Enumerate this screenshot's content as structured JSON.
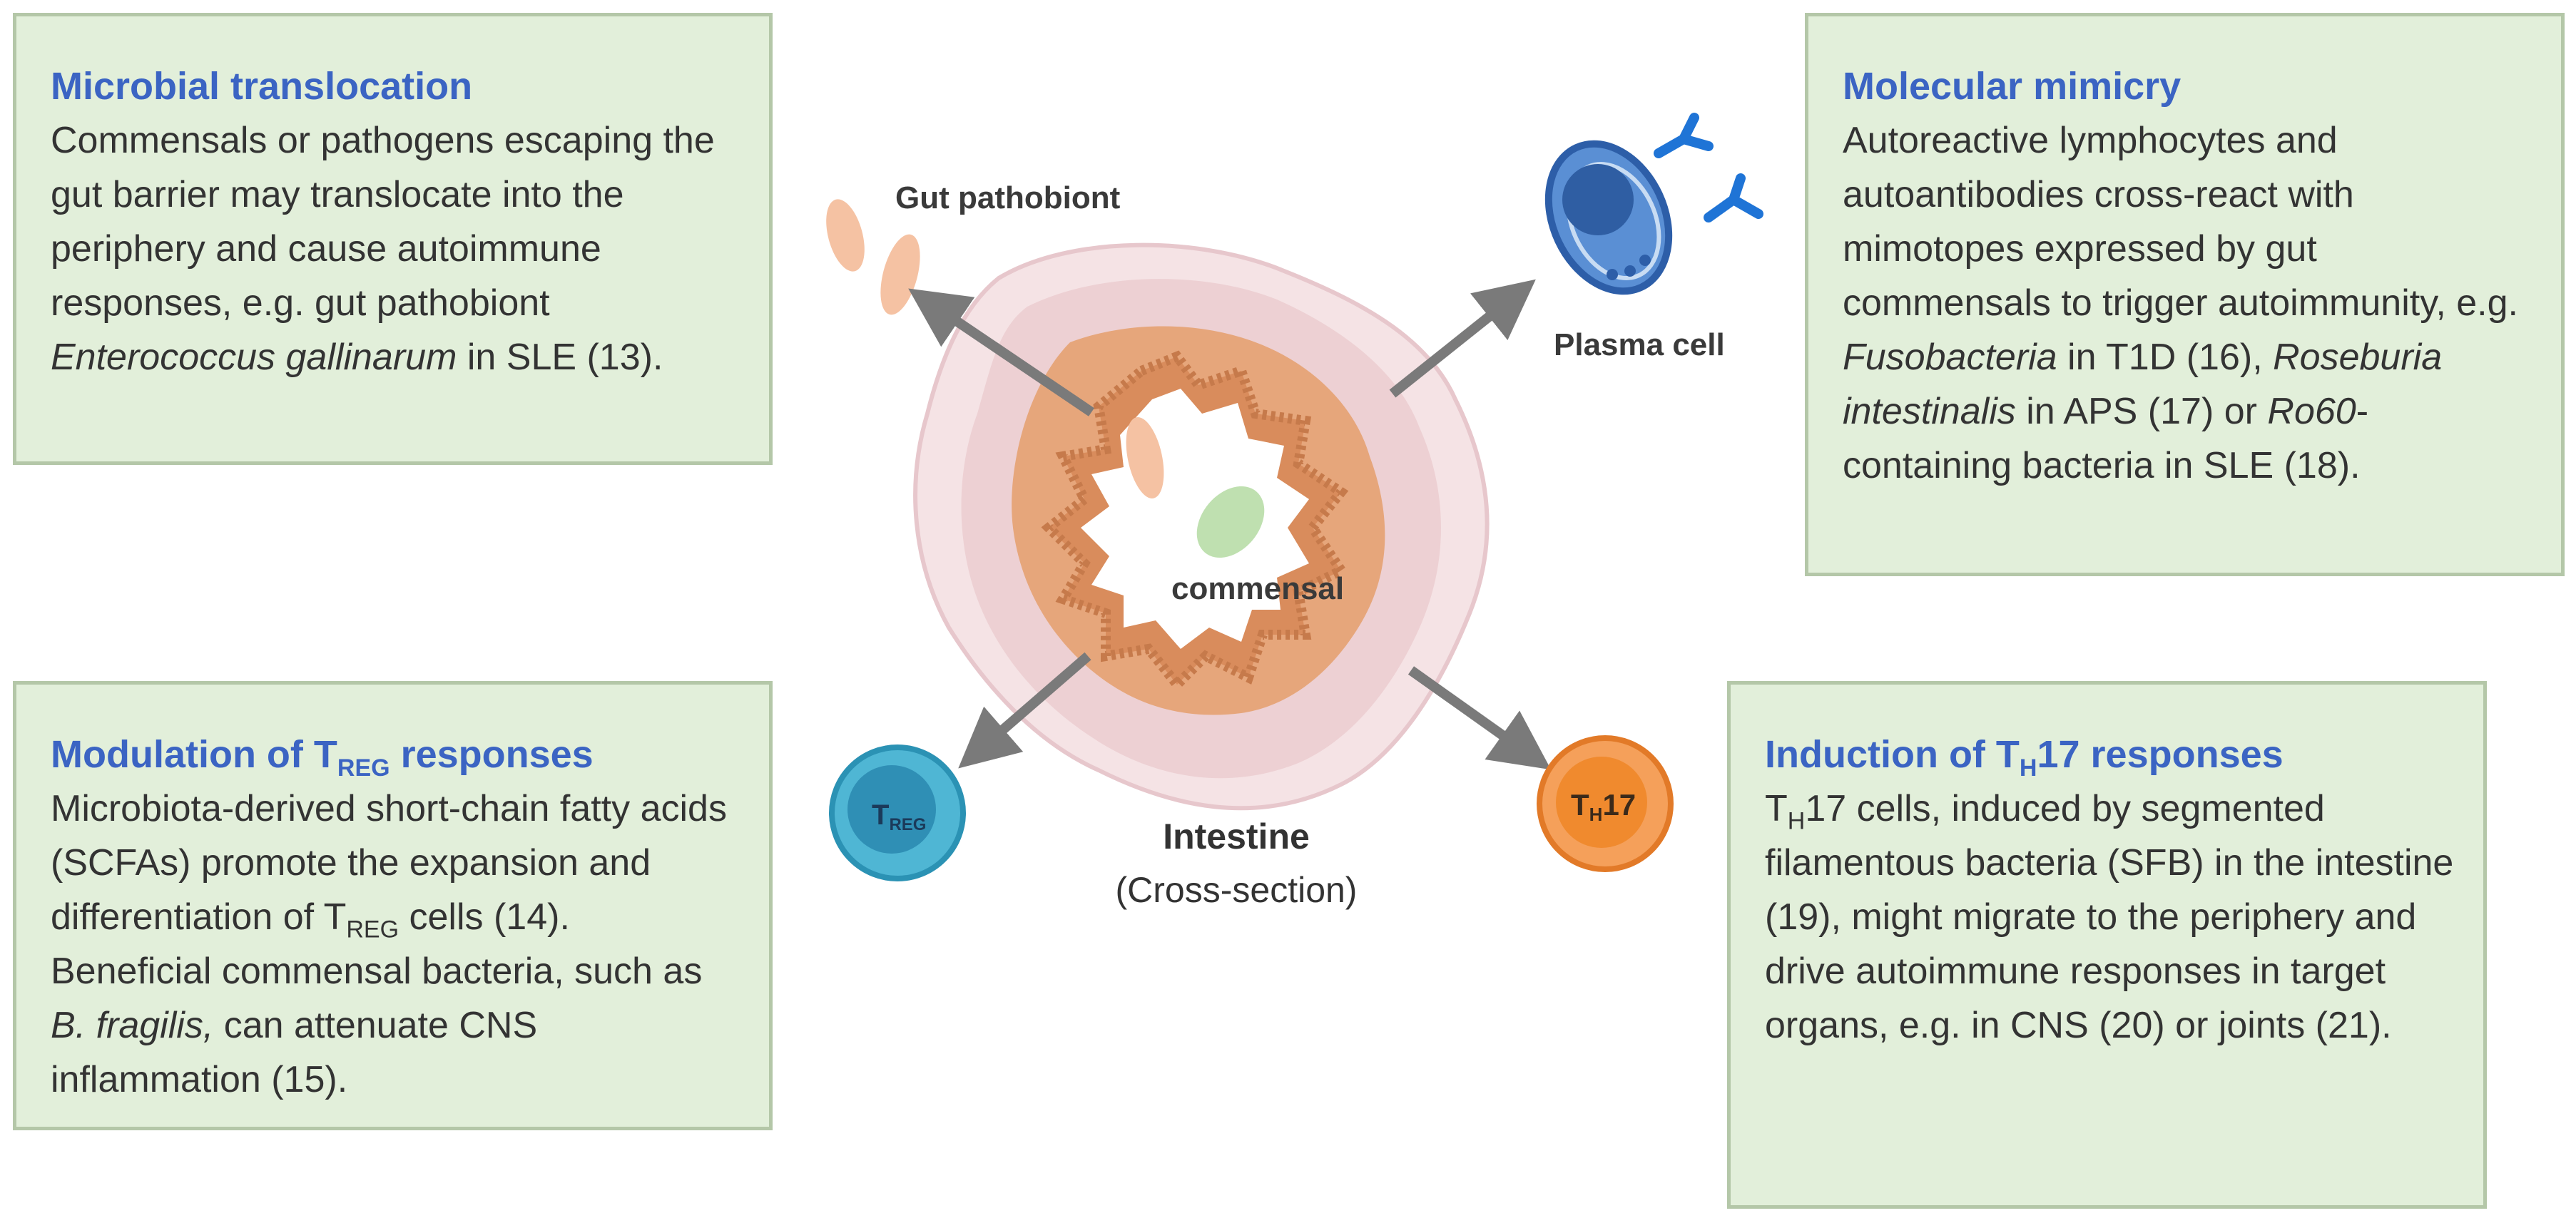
{
  "boxes": {
    "microbial": {
      "title": "Microbial translocation",
      "body_1": "Commensals or pathogens escaping the gut barrier may translocate into the periphery and cause autoimmune responses, e.g. gut pathobiont ",
      "body_2_italic": "Enterococcus gallinarum",
      "body_3": " in SLE (13)."
    },
    "mimicry": {
      "title": "Molecular mimicry",
      "body_1": "Autoreactive lymphocytes and autoantibodies cross-react with mimotopes expressed by gut commensals to trigger autoimmunity, e.g. ",
      "body_2_italic": "Fusobacteria",
      "body_3": " in T1D (16), ",
      "body_4_italic": "Roseburia intestinalis",
      "body_5": " in APS (17) or ",
      "body_6_italic": "Ro60",
      "body_7": "-containing bacteria in SLE (18)."
    },
    "treg": {
      "title_prefix": "Modulation of T",
      "title_sub": "REG",
      "title_suffix": " responses",
      "body_1": "Microbiota-derived short-chain fatty acids (SCFAs) promote the expansion and differentiation of T",
      "body_1_sub": "REG",
      "body_2": " cells (14). Beneficial commensal bacteria, such as ",
      "body_3_italic": "B. fragilis,",
      "body_4": " can attenuate CNS inflammation (15)."
    },
    "th17": {
      "title_prefix": "Induction of T",
      "title_sub": "H",
      "title_suffix": "17 responses",
      "body_0": "T",
      "body_0_sub": "H",
      "body_1": "17 cells, induced by segmented filamentous bacteria (SFB) in the intestine (19), might migrate to the periphery and drive autoimmune responses in target organs, e.g. in CNS (20) or joints (21)."
    }
  },
  "labels": {
    "gut_pathobiont": "Gut pathobiont",
    "plasma_cell": "Plasma cell",
    "commensal": "commensal",
    "intestine": "Intestine",
    "cross_section": "(Cross-section)",
    "treg_cell_main": "T",
    "treg_cell_sub": "REG",
    "th17_cell_main": "T",
    "th17_cell_sub": "H",
    "th17_cell_suffix": "17"
  },
  "colors": {
    "box_fill": "#e2efda",
    "box_border": "#b4c7a8",
    "title_blue": "#3b64c3",
    "arrow_gray": "#7a7a7a",
    "treg_teal": "#3aa8c8",
    "th17_orange": "#f08a2e",
    "plasma_blue": "#3a6fb8",
    "antibody_blue": "#1f74d6",
    "pathobiont_peach": "#f5c2a3",
    "commensal_green": "#bfe0b0"
  }
}
